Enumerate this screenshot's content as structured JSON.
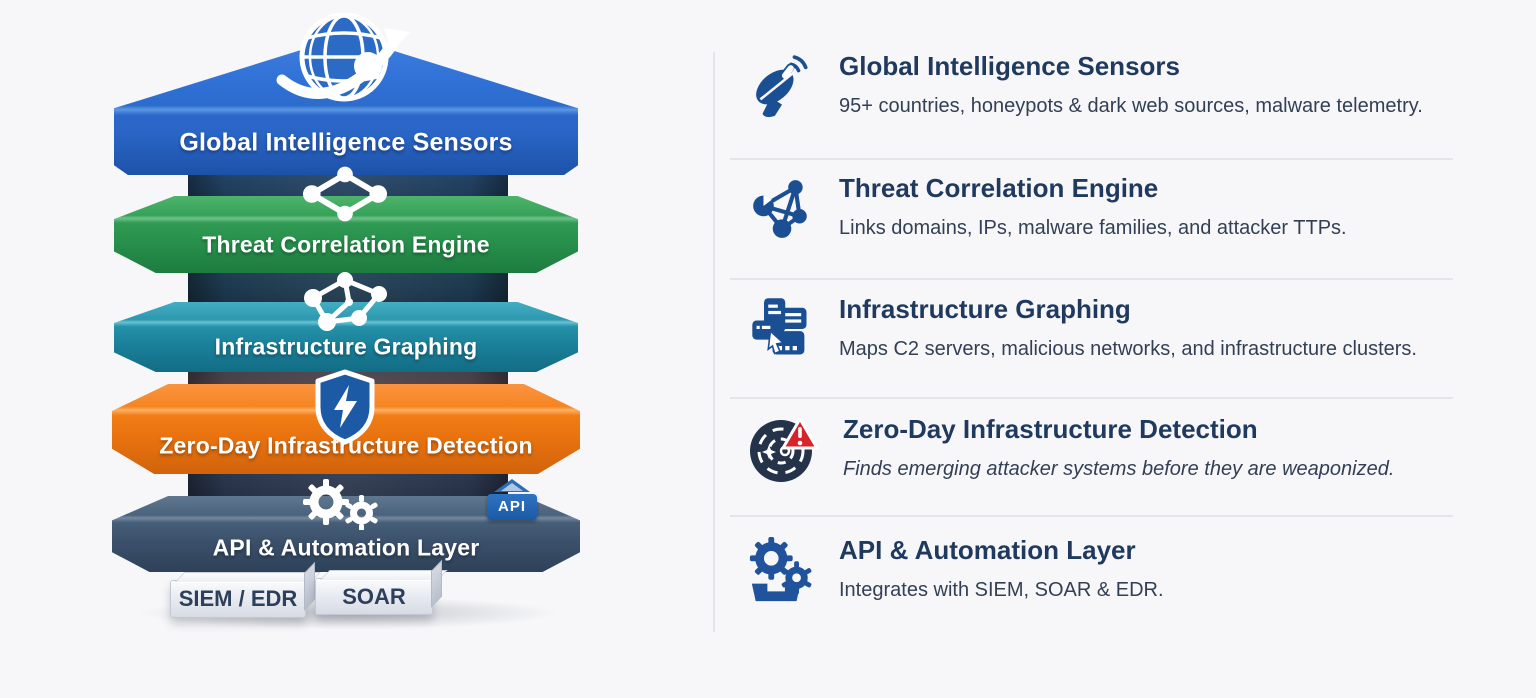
{
  "diagram": {
    "layers": [
      {
        "id": "global-intelligence-sensors",
        "label": "Global Intelligence Sensors",
        "color": "#2c6ccd",
        "shape": "arrow-pentagon",
        "icon": "globe-orbit-icon"
      },
      {
        "id": "threat-correlation-engine",
        "label": "Threat Correlation Engine",
        "color": "#2f9a54",
        "shape": "hexagon-slab",
        "icon": "node-diamond-icon"
      },
      {
        "id": "infrastructure-graphing",
        "label": "Infrastructure Graphing",
        "color": "#2492a9",
        "shape": "hexagon-slab",
        "icon": "node-web-icon"
      },
      {
        "id": "zero-day-infrastructure-detection",
        "label": "Zero-Day Infrastructure Detection",
        "color": "#f17d15",
        "shape": "hexagon-slab",
        "icon": "shield-lightning-icon"
      },
      {
        "id": "api-automation-layer",
        "label": "API & Automation Layer",
        "color": "#3b506b",
        "shape": "hexagon-slab",
        "icon": "gears-api-icon"
      }
    ],
    "api_badge": "API",
    "chips": [
      {
        "label": "SIEM / EDR"
      },
      {
        "label": "SOAR"
      }
    ]
  },
  "legend": {
    "items": [
      {
        "icon": "satellite-dish-icon",
        "title": "Global Intelligence Sensors",
        "description": "95+ countries, honeypots & dark web sources, malware telemetry."
      },
      {
        "icon": "network-nodes-icon",
        "title": "Threat Correlation Engine",
        "description": "Links domains, IPs, malware families, and attacker TTPs."
      },
      {
        "icon": "infrastructure-servers-icon",
        "title": "Infrastructure Graphing",
        "description": "Maps C2 servers, malicious networks, and infrastructure clusters."
      },
      {
        "icon": "radar-alert-icon",
        "title": "Zero-Day Infrastructure Detection",
        "description": "Finds emerging attacker systems before they are weaponized."
      },
      {
        "icon": "gears-icon",
        "title": "API & Automation Layer",
        "description": "Integrates with SIEM, SOAR & EDR."
      }
    ]
  },
  "colors": {
    "background": "#f7f7f9",
    "layer_blue": "#2c6ccd",
    "layer_green": "#2f9a54",
    "layer_teal": "#2492a9",
    "layer_orange": "#f17d15",
    "layer_navy": "#3b506b",
    "legend_icon_blue": "#1b4f94",
    "radar_navy": "#243349",
    "alert_red": "#d7232a",
    "title_text": "#1f3a5e",
    "desc_text": "#323f54",
    "divider": "#e4e6eb",
    "band_label_text": "#ffffff",
    "chip_text": "#2e3f5c"
  }
}
